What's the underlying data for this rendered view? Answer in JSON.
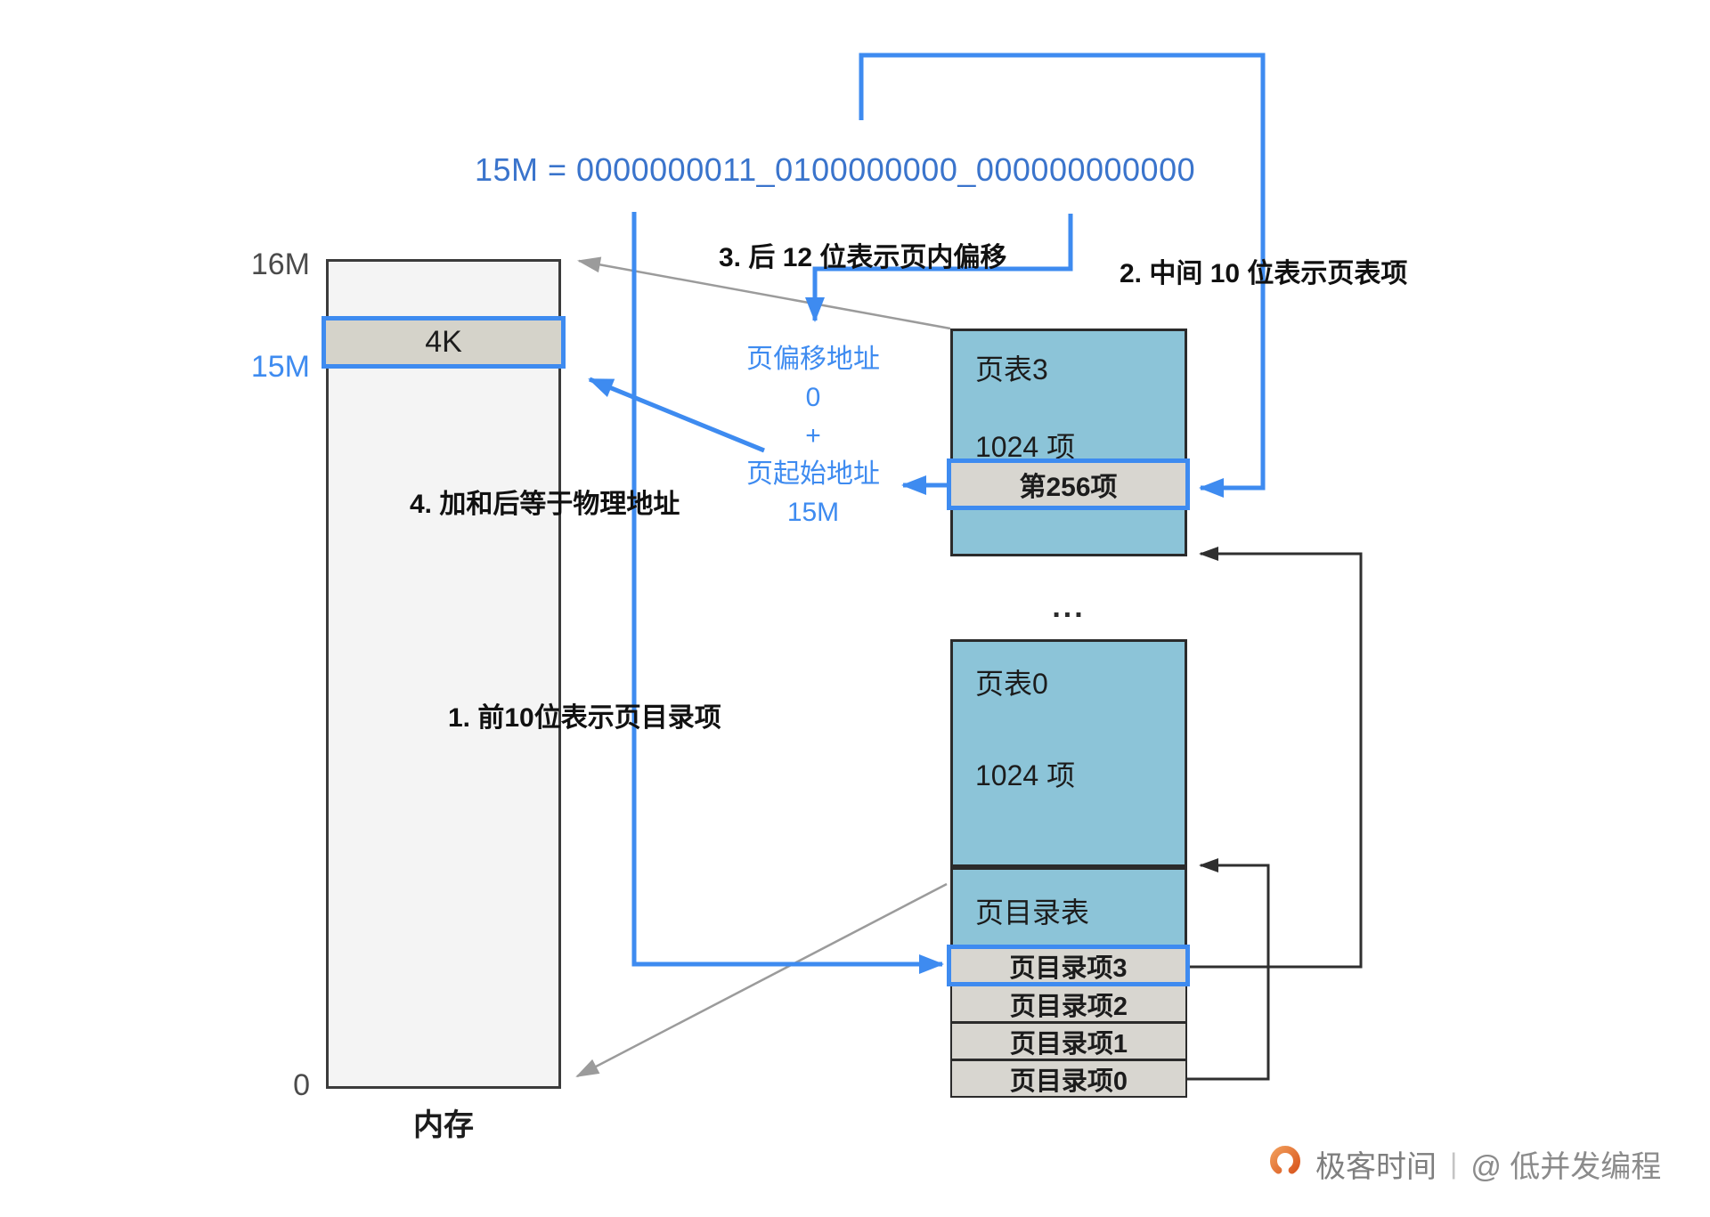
{
  "formula": {
    "text": "15M = 0000000011_0100000000_000000000000"
  },
  "steps": {
    "step1": "1. 前10位表示页目录项",
    "step2": "2. 中间 10 位表示页表项",
    "step3": "3. 后 12 位表示页内偏移",
    "step4": "4. 加和后等于物理地址"
  },
  "memory": {
    "name": "内存",
    "top_address": "16M",
    "page_address": "15M",
    "bottom_address": "0",
    "page_block": "4K"
  },
  "offset_note": {
    "lines": [
      "页偏移地址",
      "0",
      "+",
      "页起始地址",
      "15M"
    ]
  },
  "page_table3": {
    "title": "页表3",
    "entries": "1024 项",
    "highlighted_entry": "第256项"
  },
  "ellipsis": "...",
  "page_table0": {
    "title": "页表0",
    "entries": "1024 项"
  },
  "page_directory": {
    "title": "页目录表",
    "rows": [
      "页目录项3",
      "页目录项2",
      "页目录项1",
      "页目录项0"
    ]
  },
  "footer": {
    "brand": "极客时间",
    "divider": "|",
    "author": "@ 低并发编程"
  },
  "colors": {
    "accent_blue": "#3e8bf0",
    "binary_blue": "#3a74cc",
    "table_fill": "#8cc4d8",
    "entry_fill": "#d8d6d0",
    "memory_fill": "#f4f4f4",
    "block_fill": "#d5d3ca",
    "connector_black": "#2f2f2f",
    "connector_gray": "#9b9b9b",
    "footer_gray": "#8b8b8b",
    "logo_orange": "#e06a2e"
  }
}
